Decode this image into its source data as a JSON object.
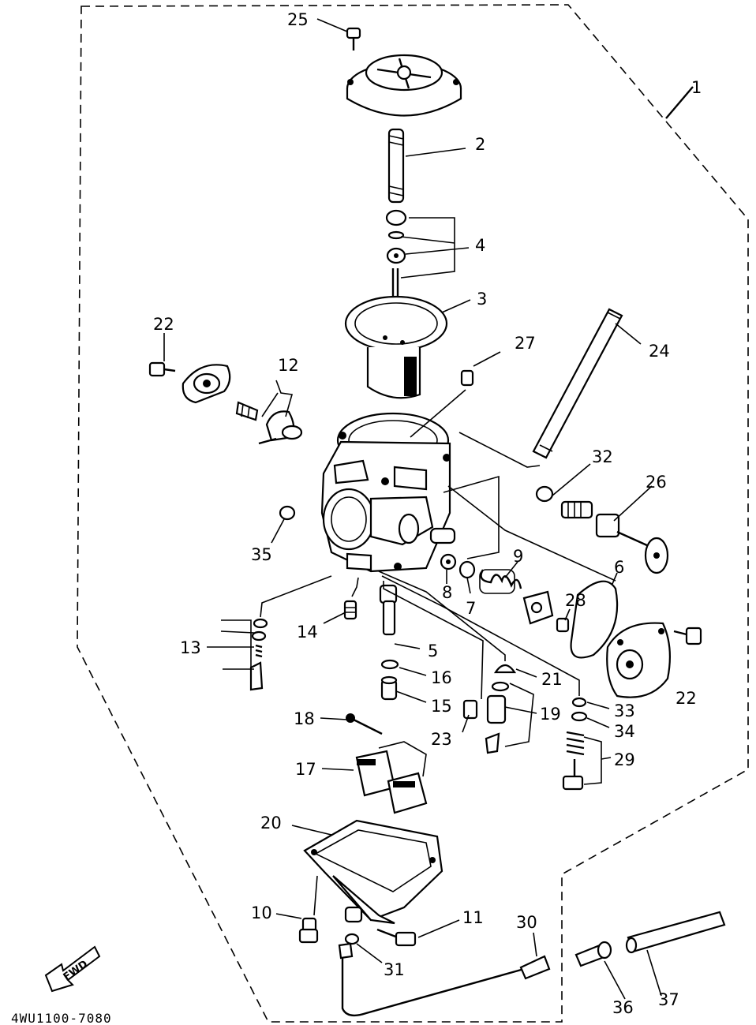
{
  "diagram": {
    "drawing_code": "4WU1100-7080",
    "fwd_label": "FWD",
    "callouts": {
      "c1": "1",
      "c2": "2",
      "c3": "3",
      "c4": "4",
      "c5": "5",
      "c6": "6",
      "c7": "7",
      "c8": "8",
      "c9": "9",
      "c10": "10",
      "c11": "11",
      "c12": "12",
      "c13": "13",
      "c14": "14",
      "c15": "15",
      "c16": "16",
      "c17": "17",
      "c18": "18",
      "c19": "19",
      "c20": "20",
      "c21": "21",
      "c22a": "22",
      "c22b": "22",
      "c23": "23",
      "c24": "24",
      "c25": "25",
      "c26": "26",
      "c27": "27",
      "c28": "28",
      "c29": "29",
      "c30": "30",
      "c31": "31",
      "c32": "32",
      "c33": "33",
      "c34": "34",
      "c35": "35",
      "c36": "36",
      "c37": "37"
    }
  }
}
